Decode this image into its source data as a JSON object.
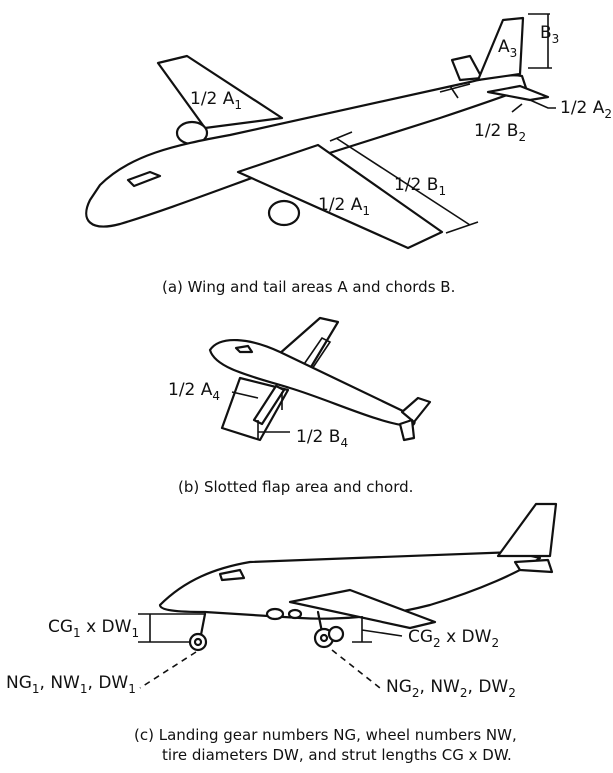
{
  "figure_a": {
    "labels": {
      "a1_top": "1/2 A",
      "a1_top_sub": "1",
      "a1_bottom": "1/2 A",
      "a1_bottom_sub": "1",
      "b1": "1/2 B",
      "b1_sub": "1",
      "a3": "A",
      "a3_sub": "3",
      "b3": "B",
      "b3_sub": "3",
      "a2": "1/2 A",
      "a2_sub": "2",
      "b2": "1/2 B",
      "b2_sub": "2"
    },
    "caption": "(a) Wing and tail areas A and chords B."
  },
  "figure_b": {
    "labels": {
      "a4": "1/2 A",
      "a4_sub": "4",
      "b4": "1/2 B",
      "b4_sub": "4"
    },
    "caption": "(b) Slotted flap area and chord."
  },
  "figure_c": {
    "labels": {
      "cg1_a": "CG",
      "cg1_a_sub": "1",
      "cg1_b": " x DW",
      "cg1_b_sub": "1",
      "cg2_a": "CG",
      "cg2_a_sub": "2",
      "cg2_b": " x DW",
      "cg2_b_sub": "2",
      "ng1_a": "NG",
      "ng1_a_sub": "1",
      "ng1_b": ", NW",
      "ng1_b_sub": "1",
      "ng1_c": ", DW",
      "ng1_c_sub": "1",
      "ng2_a": "NG",
      "ng2_a_sub": "2",
      "ng2_b": ", NW",
      "ng2_b_sub": "2",
      "ng2_c": ", DW",
      "ng2_c_sub": "2"
    },
    "caption_line1": "(c) Landing gear numbers NG, wheel numbers NW,",
    "caption_line2": "tire diameters DW, and strut lengths CG x DW."
  }
}
